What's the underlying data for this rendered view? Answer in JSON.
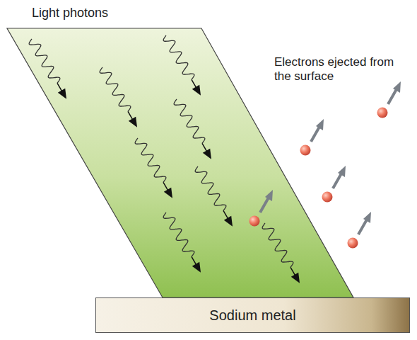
{
  "diagram": {
    "nodes": [
      {
        "text": [
          "Sodium metal"
        ]
      }
    ],
    "labels": [
      "Light photons",
      "Electrons ejected from the surface"
    ]
  }
}
